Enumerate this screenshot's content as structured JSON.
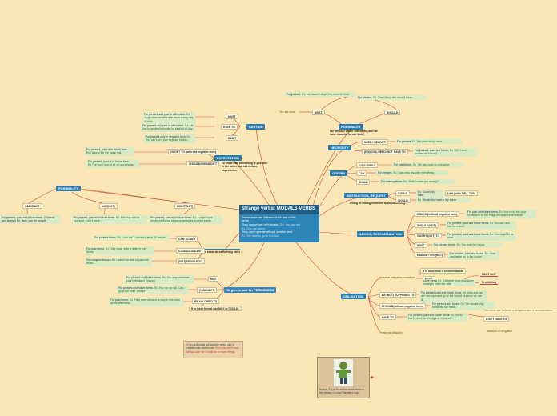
{
  "central": {
    "title_a": "Strange verbs:",
    "title_b": "MODALS VERBS",
    "lines": [
      "These verbs are different of the rest of the",
      "verbs.",
      "They",
      "doesn't get verb tenses.",
      "Ex. You can run",
      "Ex. She can swim",
      "They can't operate without another verb.",
      "Ex. We have to go to this bus."
    ]
  },
  "certain": {
    "label": "CERTAIN",
    "must": "MUST",
    "have_to": "HAVE TO",
    "cant": "CAN'T",
    "must_leaf_a": "For present and past in affirmative.",
    "must_leaf_b": "Ex. Jorge must be tired after such a long day of work.",
    "have_leaf_a": "For present and past in affirmative.",
    "have_leaf_b": "Ex. He has to be tired because he studied all day.",
    "cant_leaf_a": "For present only in negative form.",
    "cant_leaf_b": "Ex. You can't run, your legs are broken."
  },
  "expectation": {
    "label": "EXPECTATION",
    "desc": "To show that something is possible in the future but not certain, expectation",
    "ought": "OUGHT TO (with not negative form)",
    "should": "SHOULD/SHOULDN'T",
    "ought_leaf_a": "For present, past or in future form.",
    "ought_leaf_b": "Ex.I should fell the same test.",
    "should_leaf_a": "For present, past or in future form.",
    "should_leaf_b": "Ex.The book should be on your house."
  },
  "possibility_left": {
    "label": "POSSIBILITY",
    "cancant": "CAN/CAN'T",
    "may": "MAY(NOT)",
    "might": "MIGHT(NOT)",
    "leaf1": "For present, past and future forms. (General and always) Ex. Itzan can fell tonight.",
    "leaf2a": "For present, past and future forms.",
    "leaf2b": "Ex. Mia may not be spanhya. I don't know...",
    "leaf3a": "For present, past and future forms.",
    "leaf3b": "Ex. I might have arrived to Korea, because we agree to meet inside."
  },
  "ability": {
    "label": "To know do something skills",
    "cancant": "CAN'T/CAN'T",
    "could": "COULD/COULDN'T",
    "be_able": "(NOT)BE ABLE TO",
    "leaf1a": "For present forms.",
    "leaf1b": "Ex. I can eat 3 hamburguer in 30 minute.",
    "leaf2a": "For past forms.",
    "leaf2b": "Ex.They could write a letter in the forest.",
    "leaf3a": "For complex lessons",
    "leaf3b": "Ex.I wasn't be able to pass the exam."
  },
  "permission": {
    "label": "To give or ask for PERMISSION",
    "may": "MAY",
    "cancant": "CAN/CAN'T",
    "allowed": "BE ALLOWED TO",
    "formal": "It is more formal use MAY or COULD.",
    "leaf1a": "For present and future forms.",
    "leaf1b": "Ex. You may celebrate your birthday in this pub.",
    "leaf2a": "For present and future forms.",
    "leaf2b": "Ex. You can go out. Can I go to the toilet, please?",
    "leaf3a": "For past forms.",
    "leaf3b": "Ex. They were allowed to stay in this room all the afternoon."
  },
  "possibility_right": {
    "label": "POSSIBILITY",
    "desc": "We are sure about something and we have reasons for our belief",
    "you_are_sure": "You are sure",
    "must": "MUST",
    "should": "SHOULD",
    "leaf_must_a": "For present.",
    "leaf_must_b": "Ex.You haven't slept. You must be tired.",
    "leaf_should_a": "For present.",
    "leaf_should_b": "Ex. Gran Mary, she should know."
  },
  "necessity": {
    "label": "NECESSITY",
    "need": "NEED / NEEDN'T",
    "do_need": "(DO)/(DID) NEED/ NOT HAVE TO",
    "leaf1a": "For present.",
    "leaf1b": "Ex. We need study more.",
    "leaf2a": "For present, past and future.",
    "leaf2b": "Ex. Did I have homework school?"
  },
  "offers": {
    "label": "OFFERS",
    "couldwill": "COULD/WILL",
    "can": "CAN",
    "shall": "SHALL",
    "leaf1a": "For past/future.",
    "leaf1b": "Ex. We can cook for everyone.",
    "leaf2a": "For present.",
    "leaf2b": "Ex. I can help you with everything.",
    "leaf3a": "For interrogatives.",
    "leaf3b": "Ex. Shall I make you ashing?"
  },
  "instruction": {
    "label": "INSTRUCTION, REQUEST",
    "desc": "telling or asking someone to do something",
    "could": "COULD",
    "would": "WOULD",
    "leaf1": "Ex. Could you take...",
    "leaf1b": "Lara polite WILL CAN",
    "leaf2": "Ex. Would they wait in my home"
  },
  "advice": {
    "label": "ADVICE, RECOMENDATION",
    "could": "COULD (without negative form)",
    "should": "SHOULD(NOT)",
    "ought": "OUGHT (NOT) TO",
    "must": "MUST",
    "had_better": "HAD BETTER (NOT)",
    "leaf1a": "For past and future forms.",
    "leaf1b": "Ex.You could eat your homework on the fridge because better eat all.",
    "leaf2a": "For present, past and future forms.",
    "leaf2b": "Ex. Should I ask him for notes?",
    "leaf3a": "For present, past and future forms.",
    "leaf3b": "Ex. You ought to be nicer.",
    "leaf4a": "For present forms.",
    "leaf4b": "Ex. You must be happy.",
    "leaf5a": "For present, past and future.",
    "leaf5b": "Ex. Sara had better go to the ocean."
  },
  "obligation": {
    "label": "OBLIGATION",
    "note1": "It is more than a recomendation",
    "personal": "personal obligation, subjetive.",
    "must": "MUST",
    "mustnot": "MUST NOT",
    "prohibiting": "Prohibiting",
    "be_supposed": "BE (NOT) SUPPOSED TO",
    "should": "SHOULD(without negative form)",
    "have_to": "HAVE TO",
    "dont_have": "DON'T HAVE TO",
    "external": "external obligation",
    "absence": "absence of obligation",
    "between": "This forms are between a obligation and a recomendation",
    "leaf_must_a": "future forms",
    "leaf_must_b": "Ex. Everyone must give some money to enter the cafe.",
    "leaf_sup_a": "For present,past and future forms.",
    "leaf_sup_b": "Ex. Alba and me are not supposed go to the school because we are ill.",
    "leaf_sh_a": "For present and future.",
    "leaf_sh_b": "Ex. We should play tomorrow the mock.",
    "leaf_have_a": "For present, past and future forms.",
    "leaf_have_b": "Ex. Kevin has to drive on the right or in the left?"
  },
  "sticky": {
    "a": "*Can and could are auxiliar verbs use in conditionals sentences.",
    "b": "Ex.If you didn't stop all day with me I could do in more things."
  },
  "activity": {
    "text": "Activity: Try to Shout the modal verbs in the Sedwy. Go click Pantalia's logo."
  },
  "colors": {
    "background": "#fbe7b6",
    "node_blue": "#2a7db0",
    "line_red": "#c84a3a",
    "leaf_green": "#d9ebc6"
  }
}
